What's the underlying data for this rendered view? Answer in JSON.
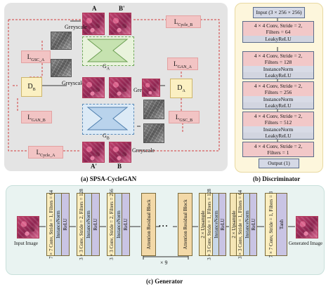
{
  "panel_a": {
    "caption": "(a) SPSA-CycleGAN",
    "label_a": "A",
    "label_b_prime": "B'",
    "label_a_prime": "A'",
    "label_b": "B",
    "greyscale": "Greyscale",
    "g_a": "G",
    "g_a_sub": "A",
    "g_b": "G",
    "g_b_sub": "B",
    "d_b": "D",
    "d_b_sub": "B",
    "d_a": "D",
    "d_a_sub": "A",
    "loss_cycle_b": "L",
    "loss_cycle_b_sub": "Cycle_B",
    "loss_gsc_a": "L",
    "loss_gsc_a_sub": "GSC_A",
    "loss_gan_a": "L",
    "loss_gan_a_sub": "GAN_A",
    "loss_gan_b": "L",
    "loss_gan_b_sub": "GAN_B",
    "loss_gsc_b": "L",
    "loss_gsc_b_sub": "GSC_B",
    "loss_cycle_a": "L",
    "loss_cycle_a_sub": "Cycle_A"
  },
  "panel_b": {
    "caption": "(b) Discriminator",
    "input": "Input (3 × 256 × 256)",
    "layers": [
      {
        "conv1": "4 × 4 Conv, Stride = 2,",
        "conv2": "Filters = 64",
        "norm": "",
        "act": "LeakyReLU"
      },
      {
        "conv1": "4 × 4 Conv, Stride = 2,",
        "conv2": "Filters = 128",
        "norm": "InstanceNorm",
        "act": "LeakyReLU"
      },
      {
        "conv1": "4 × 4 Conv, Stride = 2,",
        "conv2": "Filters = 256",
        "norm": "InstanceNorm",
        "act": "LeakyReLU"
      },
      {
        "conv1": "4 × 4 Conv, Stride = 2,",
        "conv2": "Filters = 512",
        "norm": "InstanceNorm",
        "act": "LeakyReLU"
      },
      {
        "conv1": "4 × 4 Conv, Stride = 2,",
        "conv2": "Filters = 1",
        "norm": "",
        "act": ""
      }
    ],
    "output": "Output (1)"
  },
  "panel_c": {
    "caption": "(c) Generator",
    "input_label": "Input Image",
    "output_label": "Generated Image",
    "repeat": "× 9",
    "ellipsis": "• • •",
    "blocks": [
      {
        "conv": "7 × 7 Conv, Stride = 1, Filters = 64",
        "norm": "InstanceNorm",
        "act": "ReLU"
      },
      {
        "conv": "3 × 3 Conv, Stride = 2, Filters = 128",
        "norm": "InstanceNorm",
        "act": "ReLU"
      },
      {
        "conv": "3 × 3 Conv, Stride = 2, Filters = 256",
        "norm": "InstanceNorm",
        "act": "ReLU"
      },
      {
        "conv": "Attention Residual Block"
      },
      {
        "conv": "Attention Residual Block"
      },
      {
        "conv": "2 × Upsample",
        "conv2": "3 × 3 Conv, Stride = 1, Filters = 128",
        "norm": "InstanceNorm",
        "act": "ReLU"
      },
      {
        "conv": "2 × Upsample",
        "conv2": "3 × 3 Conv, Stride = 1, Filters = 64",
        "norm": "InstanceNorm",
        "act": "ReLU"
      },
      {
        "conv": "7 × 7 Conv, Stride = 1, Filters = 3",
        "act": "Tanh"
      }
    ]
  }
}
